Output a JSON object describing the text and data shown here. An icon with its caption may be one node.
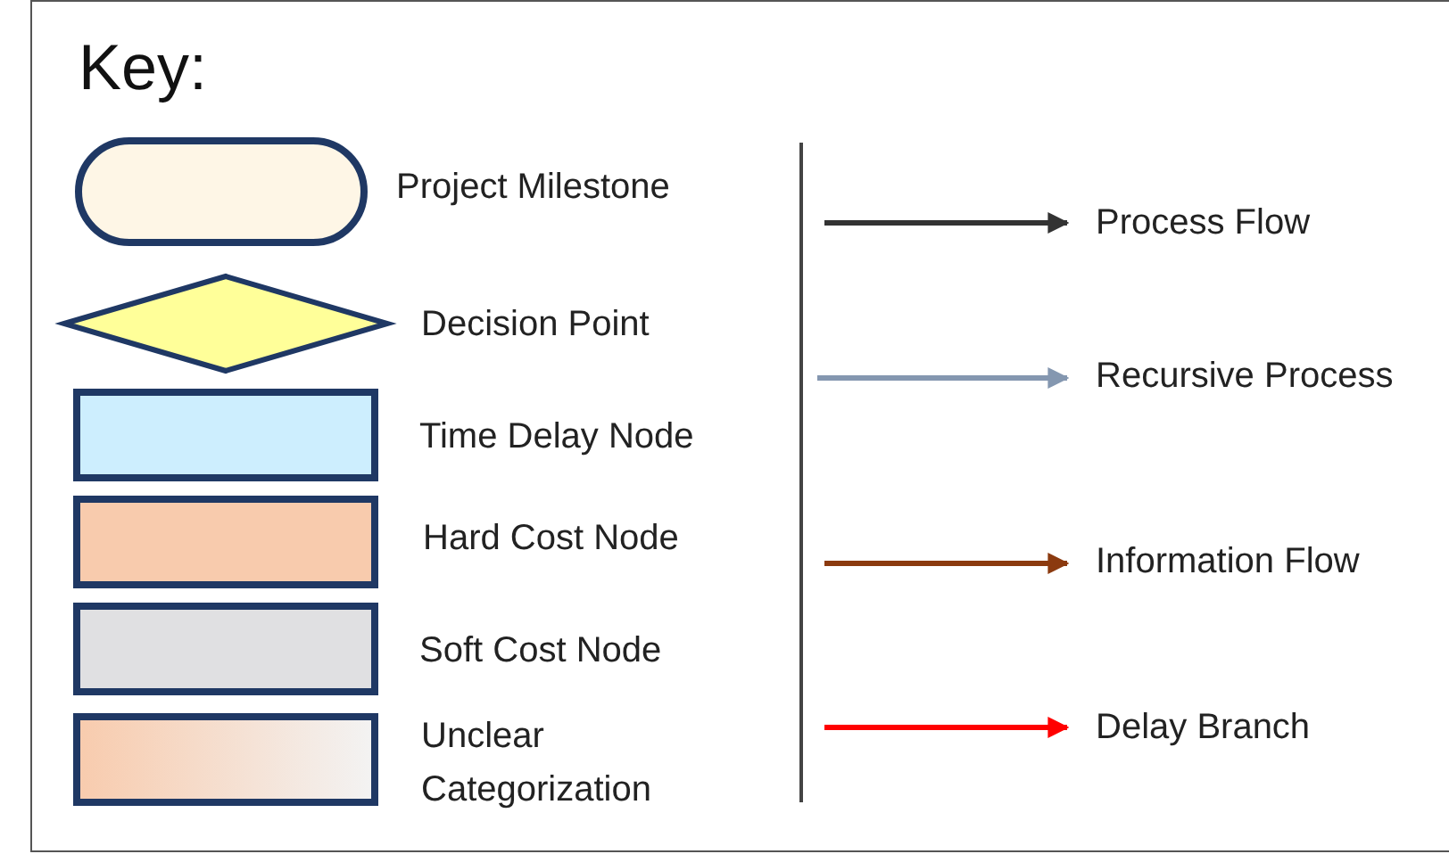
{
  "diagram": {
    "title": "Key:",
    "legend": [
      {
        "text": "Project Milestone",
        "color": "#fef6e6"
      },
      {
        "text": "Decision Point",
        "color": "#ffff99"
      },
      {
        "text": "Time Delay Node",
        "color": "#cdeefe"
      },
      {
        "text": "Hard Cost Node",
        "color": "#f8cbad"
      },
      {
        "text": "Soft Cost Node",
        "color": "#e0e0e2"
      },
      {
        "text": "Unclear Categorization",
        "color": "#f8cbad"
      },
      {
        "text": "Process Flow"
      },
      {
        "text": "Recursive Process"
      },
      {
        "text": "Information Flow"
      },
      {
        "text": "Delay Branch"
      }
    ]
  }
}
